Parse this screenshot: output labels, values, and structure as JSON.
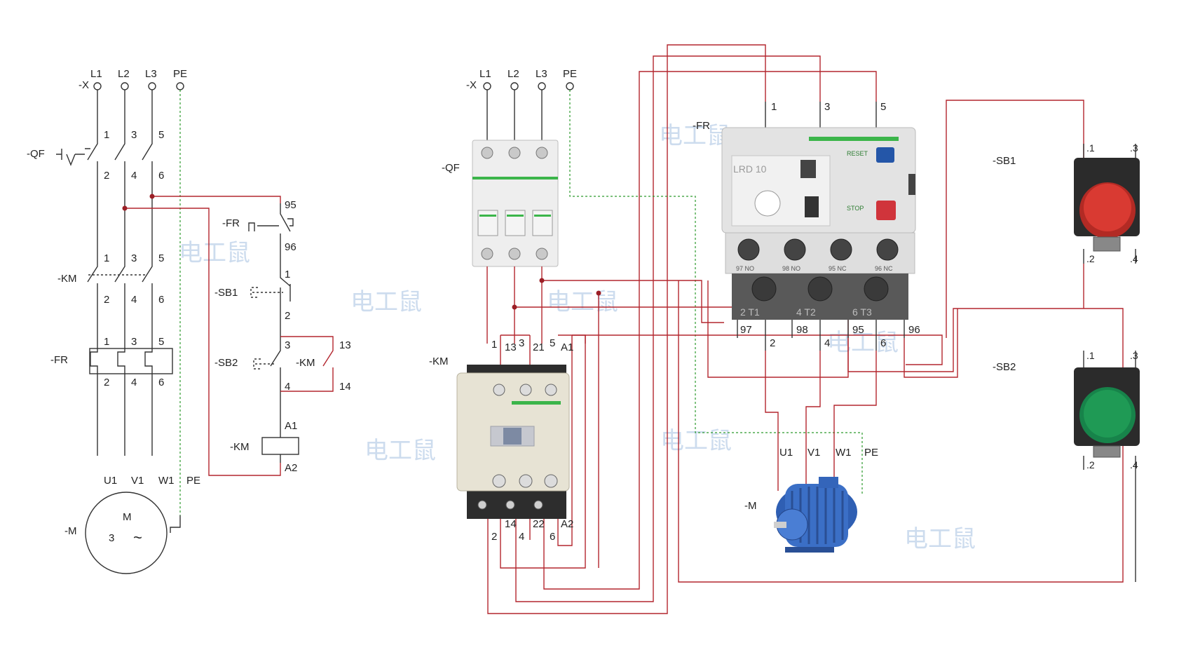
{
  "watermark": "电工鼠",
  "schematic": {
    "supply": {
      "tag": "-X",
      "lines": [
        "L1",
        "L2",
        "L3",
        "PE"
      ]
    },
    "qf": {
      "tag": "-QF",
      "top": [
        "1",
        "3",
        "5"
      ],
      "bottom": [
        "2",
        "4",
        "6"
      ]
    },
    "km": {
      "tag": "-KM",
      "top": [
        "1",
        "3",
        "5"
      ],
      "bottom": [
        "2",
        "4",
        "6"
      ]
    },
    "fr": {
      "tag": "-FR",
      "top": [
        "1",
        "3",
        "5"
      ],
      "bottom": [
        "2",
        "4",
        "6"
      ]
    },
    "motor": {
      "tag": "-M",
      "terminals": [
        "U1",
        "V1",
        "W1",
        "PE"
      ],
      "label": "M",
      "phase": "3",
      "ac": "~"
    },
    "control": {
      "fr_tag": "-FR",
      "fr_nums": [
        "95",
        "96"
      ],
      "sb1_tag": "-SB1",
      "sb1_nums": [
        "1",
        "2"
      ],
      "sb2_tag": "-SB2",
      "sb2_nums": [
        "3",
        "4"
      ],
      "km_aux_tag": "-KM",
      "km_aux_nums": [
        "13",
        "14"
      ],
      "coil_tag": "-KM",
      "coil_nums": [
        "A1",
        "A2"
      ]
    }
  },
  "wiring": {
    "supply": {
      "tag": "-X",
      "lines": [
        "L1",
        "L2",
        "L3",
        "PE"
      ]
    },
    "qf_tag": "-QF",
    "km": {
      "tag": "-KM",
      "top": [
        "1",
        "13",
        "3",
        "21",
        "5",
        "A1"
      ],
      "bottom": [
        "2",
        "14",
        "4",
        "22",
        "6",
        "A2"
      ]
    },
    "fr": {
      "tag": "-FR",
      "top": [
        "1",
        "3",
        "5"
      ],
      "bottom": [
        "97",
        "2",
        "98",
        "4",
        "95",
        "6",
        "96"
      ],
      "reset": "RESET",
      "stop": "STOP",
      "model": "LRD 10",
      "aux_labels": [
        "97 NO",
        "98 NO",
        "95 NC",
        "96 NC"
      ],
      "out_labels": [
        "2 T1",
        "4 T2",
        "6 T3"
      ]
    },
    "motor": {
      "tag": "-M",
      "terminals": [
        "U1",
        "V1",
        "W1",
        "PE"
      ]
    },
    "sb1": {
      "tag": "-SB1",
      "nums": [
        ".1",
        ".3",
        ".2",
        ".4"
      ],
      "color": "#d93a32"
    },
    "sb2": {
      "tag": "-SB2",
      "nums": [
        ".1",
        ".3",
        ".2",
        ".4"
      ],
      "color": "#1f9a55"
    }
  }
}
